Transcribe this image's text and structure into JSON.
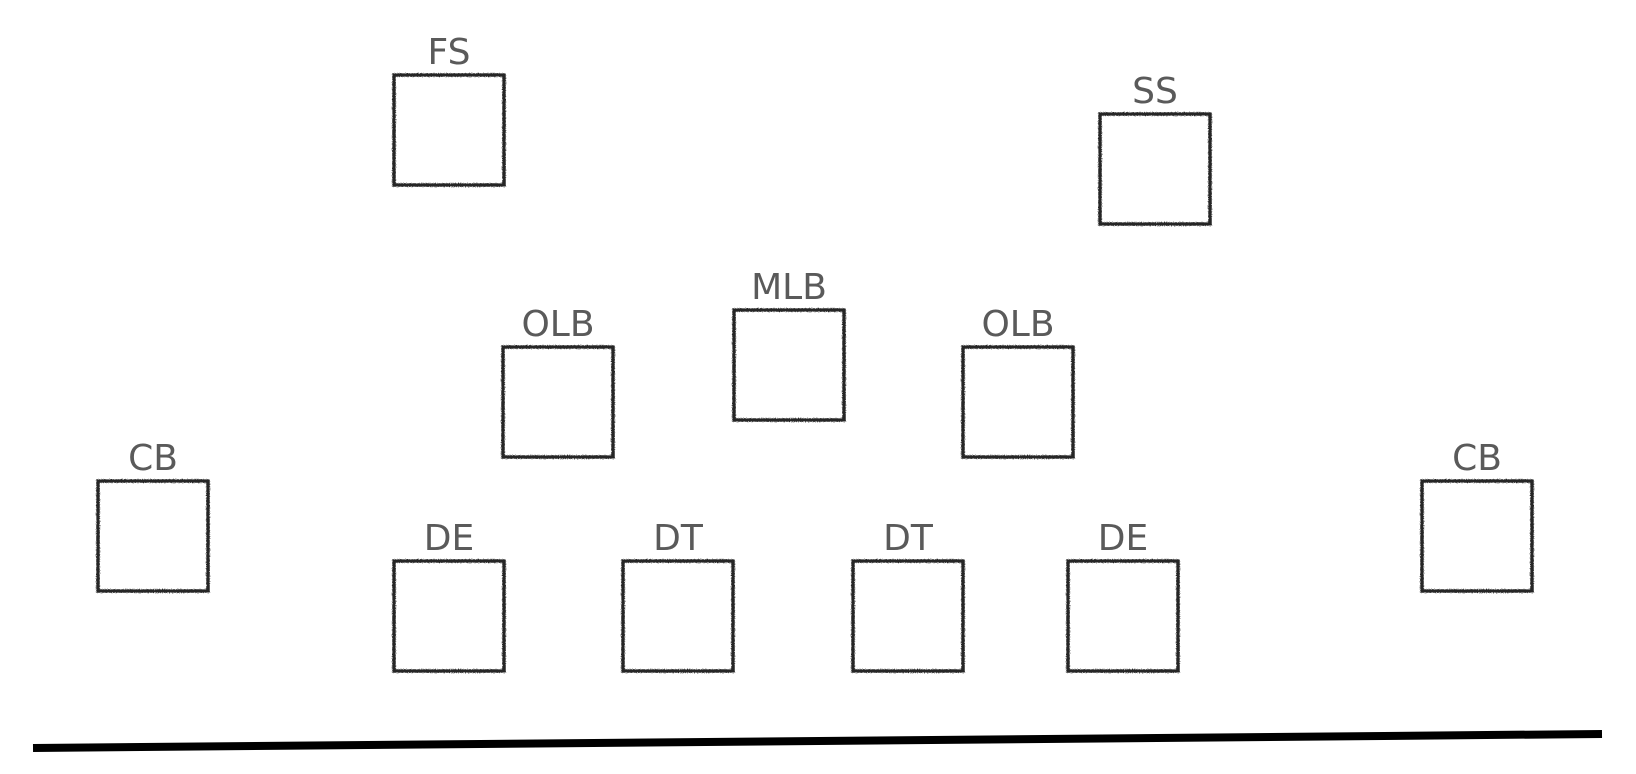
{
  "colors": {
    "label": "#5a5a5a",
    "box_stroke": "#262626",
    "line_of_scrimmage": "#000000",
    "background": "#ffffff"
  },
  "positions": [
    {
      "id": "fs",
      "label": "FS"
    },
    {
      "id": "ss",
      "label": "SS"
    },
    {
      "id": "mlb",
      "label": "MLB"
    },
    {
      "id": "olb-left",
      "label": "OLB"
    },
    {
      "id": "olb-right",
      "label": "OLB"
    },
    {
      "id": "cb-left",
      "label": "CB"
    },
    {
      "id": "cb-right",
      "label": "CB"
    },
    {
      "id": "de-left",
      "label": "DE"
    },
    {
      "id": "dt-left",
      "label": "DT"
    },
    {
      "id": "dt-right",
      "label": "DT"
    },
    {
      "id": "de-right",
      "label": "DE"
    }
  ]
}
